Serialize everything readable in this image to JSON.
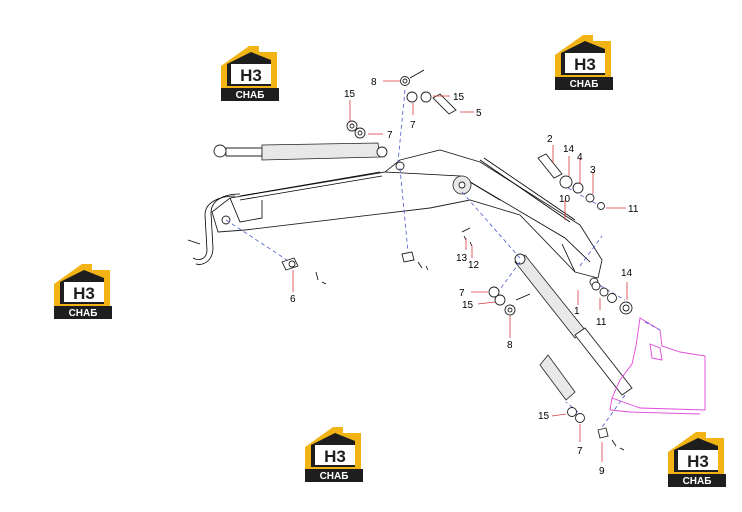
{
  "logos": [
    {
      "id": "logo-1",
      "mark": "H3",
      "caption": "СНАБ"
    },
    {
      "id": "logo-2",
      "mark": "H3",
      "caption": "СНАБ"
    },
    {
      "id": "logo-3",
      "mark": "H3",
      "caption": "СНАБ"
    },
    {
      "id": "logo-4",
      "mark": "H3",
      "caption": "СНАБ"
    },
    {
      "id": "logo-5",
      "mark": "H3",
      "caption": "СНАБ"
    }
  ],
  "callouts": {
    "c8a": "8",
    "c15a": "15",
    "c15b": "15",
    "c7a": "7",
    "c7b": "7",
    "c5": "5",
    "c2": "2",
    "c14a": "14",
    "c4": "4",
    "c3": "3",
    "c10": "10",
    "c11a": "11",
    "c13": "13",
    "c12": "12",
    "c6": "6",
    "c7c": "7",
    "c15c": "15",
    "c8b": "8",
    "c1": "1",
    "c11b": "11",
    "c14b": "14",
    "c15d": "15",
    "c7d": "7",
    "c9": "9"
  },
  "colors": {
    "logo_yellow": "#f2b414",
    "logo_dark": "#1e1e1e",
    "leader": "#d43a3a",
    "dash": "#4a5acf",
    "bucket": "#e048d8"
  }
}
